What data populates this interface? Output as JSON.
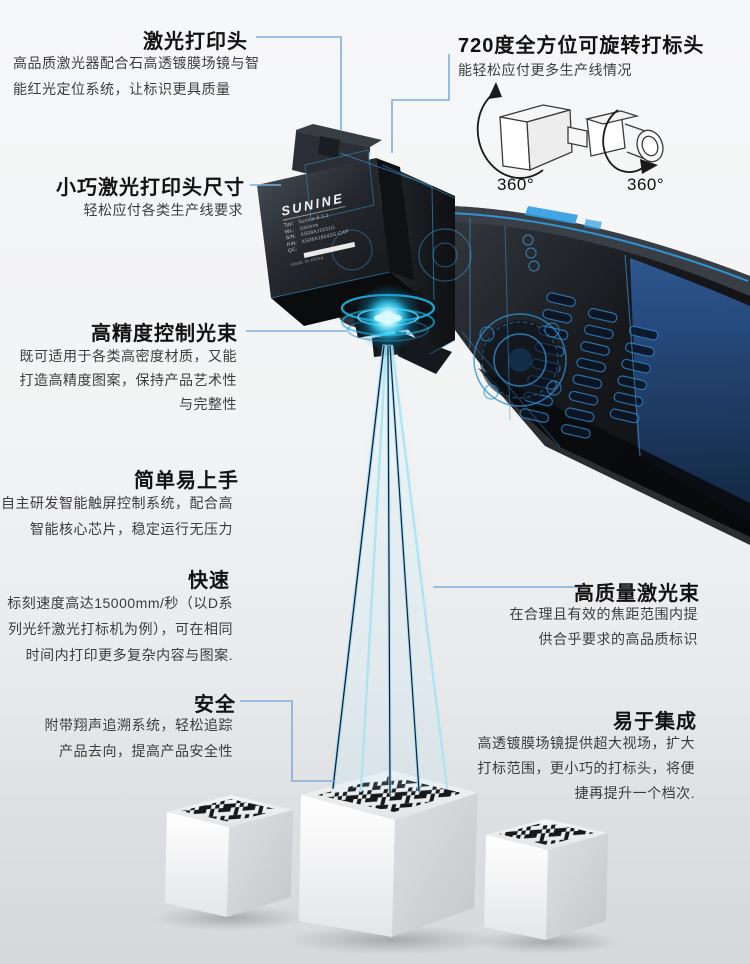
{
  "colors": {
    "connector_blue": "#7dafde",
    "wireframe_blue": "#3d9ad6",
    "laser_cyan": "#2fd2f8",
    "navy_panel": "#2f5a96",
    "title_color": "#121212",
    "body_text": "#3c3c3c"
  },
  "callouts": {
    "laser_head": {
      "title": "激光打印头",
      "lines": [
        "高品质激光器配合石高透镀膜场镜与智",
        "能红光定位系统，让标识更具质量"
      ]
    },
    "rotate": {
      "title": "720度全方位可旋转打标头",
      "lines": [
        "能轻松应付更多生产线情况"
      ],
      "left_angle": "360°",
      "right_angle": "360°"
    },
    "compact": {
      "title": "小巧激光打印头尺寸",
      "lines": [
        "轻松应付各类生产线要求"
      ]
    },
    "precision": {
      "title": "高精度控制光束",
      "lines": [
        "既可适用于各类高密度材质，又能",
        "打造高精度图案，保持产品艺术性",
        "与完整性"
      ]
    },
    "easy": {
      "title": "简单易上手",
      "lines": [
        "自主研发智能触屏控制系统，配合高",
        "智能核心芯片，稳定运行无压力"
      ]
    },
    "fast": {
      "title": "快速",
      "lines": [
        "标刻速度高达15000mm/秒（以D系",
        "列光纤激光打标机为例），可在相同",
        "时间内打印更多复杂内容与图案."
      ]
    },
    "safe": {
      "title": "安全",
      "lines": [
        "附带翔声追溯系统，轻松追踪",
        "产品去向，提高产品安全性"
      ]
    },
    "beam": {
      "title": "高质量激光束",
      "lines": [
        "在合理且有效的焦距范围内提",
        "供合乎要求的高品质标识"
      ]
    },
    "integrate": {
      "title": "易于集成",
      "lines": [
        "高透镀膜场镜提供超大视场，扩大",
        "打标范围，更小巧的打标头，将便",
        "捷再提升一个档次."
      ]
    }
  },
  "device_label": {
    "brand": "SUNINE",
    "rows": [
      {
        "k": "Typ:",
        "v": "Sunine-8.3-2"
      },
      {
        "k": "WL:",
        "v": "1064nm"
      },
      {
        "k": "S/N:",
        "v": "XS08AJ1531G"
      },
      {
        "k": "P/N:",
        "v": "XS08A18042G-CAP"
      },
      {
        "k": "QC:",
        "v": ""
      }
    ],
    "made": "made in china"
  }
}
